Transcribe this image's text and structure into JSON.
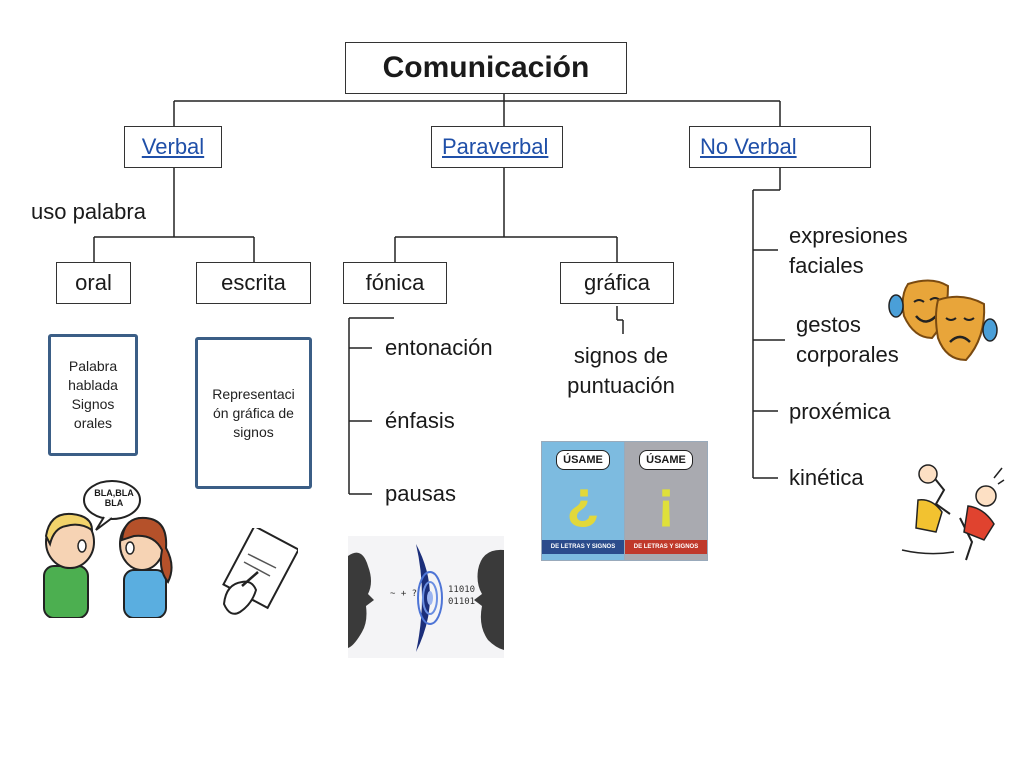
{
  "root": {
    "title": "Comunicación"
  },
  "categories": {
    "verbal": "Verbal",
    "paraverbal": "Paraverbal",
    "no_verbal": "No Verbal"
  },
  "verbal": {
    "note": "uso palabra",
    "oral": {
      "label": "oral",
      "description": "Palabra hablada Signos orales"
    },
    "escrita": {
      "label": "escrita",
      "description": "Representaci ón gráfica de signos"
    },
    "speech_bubble": "BLA,BLA BLA"
  },
  "paraverbal": {
    "fonica": {
      "label": "fónica",
      "items": [
        "entonación",
        "énfasis",
        "pausas"
      ]
    },
    "grafica": {
      "label": "gráfica",
      "item": "signos de puntuación"
    },
    "posters": [
      {
        "header": "ÚSAME",
        "footer": "DE LETRAS Y SIGNOS",
        "symbol": "¿"
      },
      {
        "header": "ÚSAME",
        "footer": "DE LETRAS Y SIGNOS",
        "symbol": "¡"
      }
    ]
  },
  "no_verbal": {
    "items": [
      "expresiones faciales",
      "gestos corporales",
      "proxémica",
      "kinética"
    ]
  },
  "colors": {
    "link": "#1f4fa8",
    "box_border_blue": "#3b5e86",
    "mask_orange": "#e8a53a",
    "hand_blue": "#4a9fd8"
  }
}
